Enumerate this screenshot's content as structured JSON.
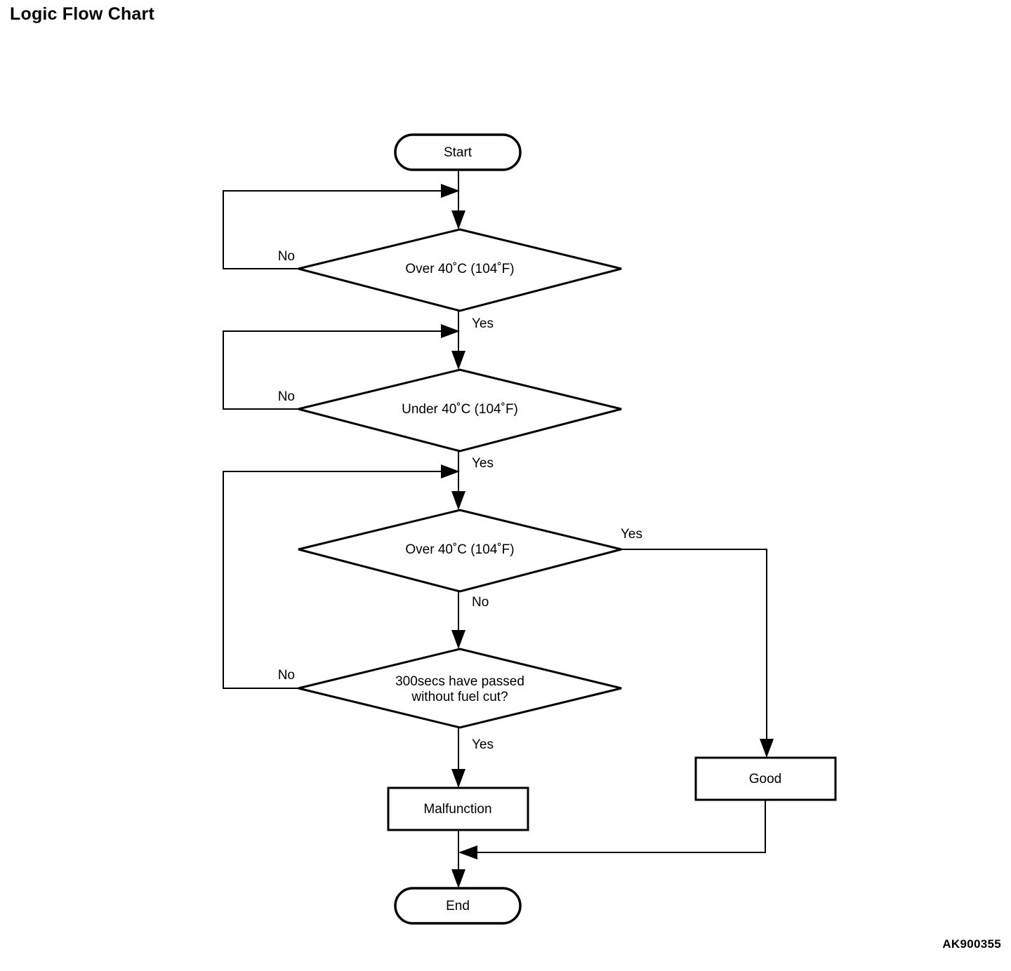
{
  "page": {
    "title": "Logic Flow Chart",
    "figure_code": "AK900355",
    "line_color": "#000000",
    "background_color": "#ffffff"
  },
  "chart_data": {
    "type": "diagram",
    "diagram_kind": "flowchart",
    "title": "Logic Flow Chart",
    "nodes": [
      {
        "id": "start",
        "shape": "terminator",
        "label": "Start"
      },
      {
        "id": "dec1",
        "shape": "decision",
        "label": "Over 40˚C (104˚F)"
      },
      {
        "id": "dec2",
        "shape": "decision",
        "label": "Under 40˚C (104˚F)"
      },
      {
        "id": "dec3",
        "shape": "decision",
        "label": "Over 40˚C (104˚F)"
      },
      {
        "id": "dec4",
        "shape": "decision",
        "label_line1": "300secs have passed",
        "label_line2": "without fuel cut?"
      },
      {
        "id": "malfunction",
        "shape": "process",
        "label": "Malfunction"
      },
      {
        "id": "good",
        "shape": "process",
        "label": "Good"
      },
      {
        "id": "end",
        "shape": "terminator",
        "label": "End"
      }
    ],
    "edges": [
      {
        "from": "start",
        "to": "dec1",
        "label": ""
      },
      {
        "from": "dec1",
        "to": "dec1",
        "label": "No",
        "direction": "loop-left"
      },
      {
        "from": "dec1",
        "to": "dec2",
        "label": "Yes",
        "direction": "down"
      },
      {
        "from": "dec2",
        "to": "dec2",
        "label": "No",
        "direction": "loop-left"
      },
      {
        "from": "dec2",
        "to": "dec3",
        "label": "Yes",
        "direction": "down"
      },
      {
        "from": "dec3",
        "to": "good",
        "label": "Yes",
        "direction": "right"
      },
      {
        "from": "dec3",
        "to": "dec4",
        "label": "No",
        "direction": "down"
      },
      {
        "from": "dec4",
        "to": "dec3",
        "label": "No",
        "direction": "loop-left"
      },
      {
        "from": "dec4",
        "to": "malfunction",
        "label": "Yes",
        "direction": "down"
      },
      {
        "from": "malfunction",
        "to": "end",
        "label": "",
        "direction": "down"
      },
      {
        "from": "good",
        "to": "end",
        "label": "",
        "direction": "left-merge"
      }
    ]
  },
  "labels": {
    "start": "Start",
    "end": "End",
    "decision_1": "Over 40˚C (104˚F)",
    "decision_2": "Under 40˚C (104˚F)",
    "decision_3": "Over 40˚C (104˚F)",
    "decision_4_line1": "300secs have passed",
    "decision_4_line2": "without fuel cut?",
    "malfunction": "Malfunction",
    "good": "Good",
    "no_1": "No",
    "yes_1": "Yes",
    "no_2": "No",
    "yes_2": "Yes",
    "yes_3": "Yes",
    "no_3": "No",
    "no_4": "No",
    "yes_4": "Yes"
  }
}
